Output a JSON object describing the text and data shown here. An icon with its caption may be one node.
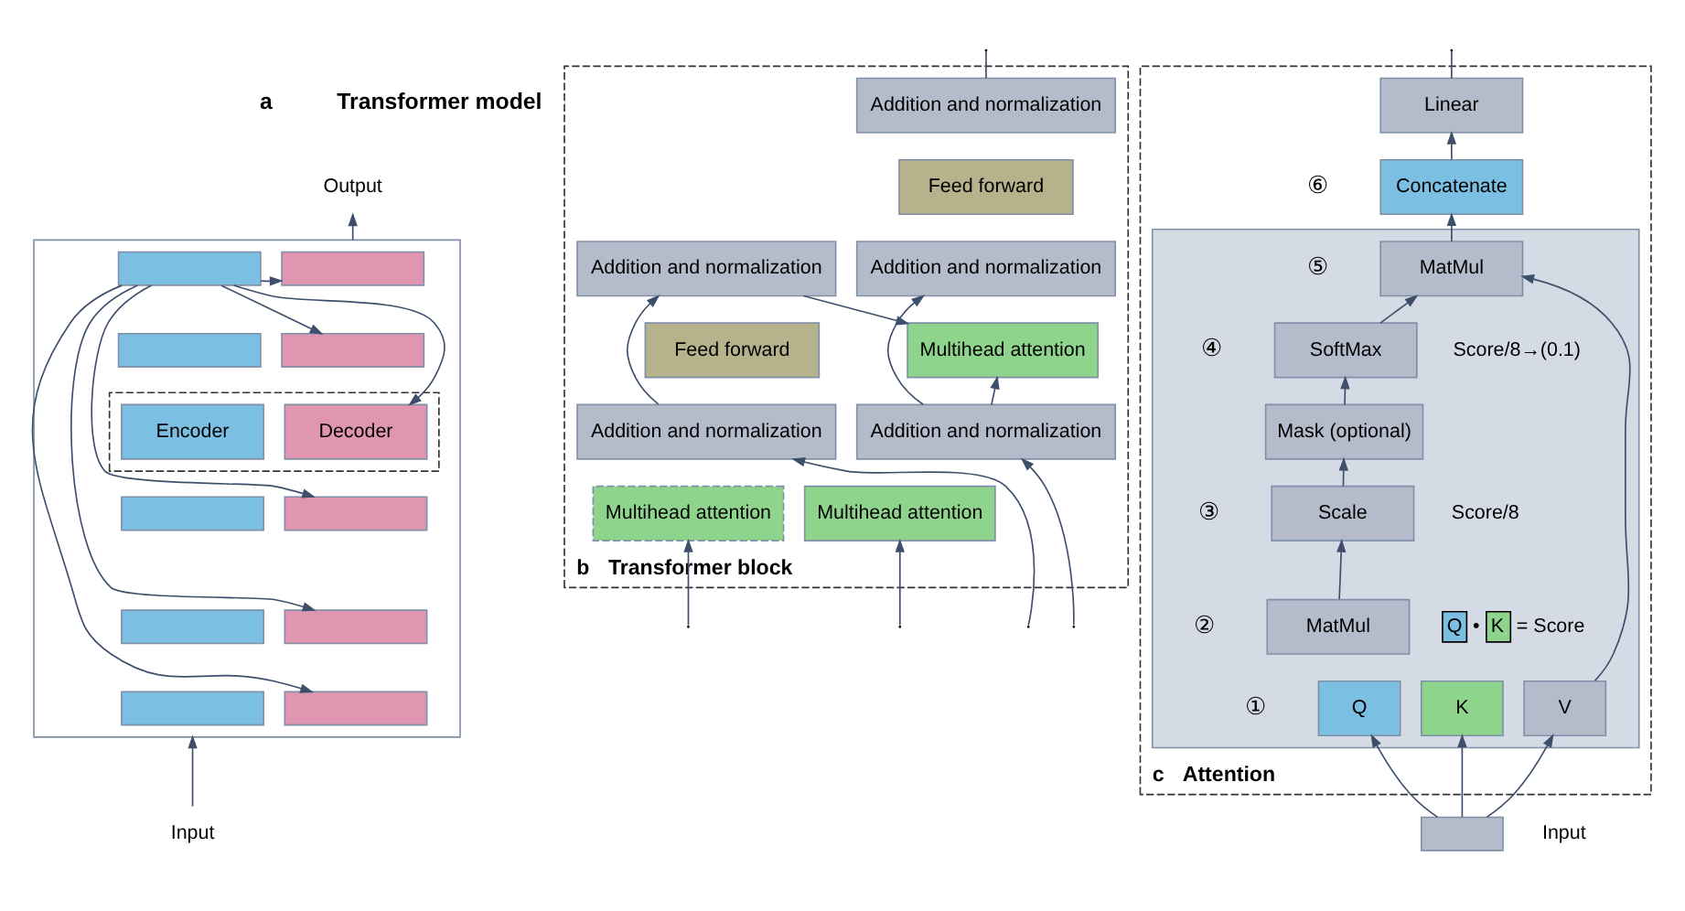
{
  "diagram": {
    "nodes": [
      {
        "text": [
          "Output"
        ]
      },
      {
        "text": [],
        "shape": "box"
      },
      {
        "text": [],
        "shape": "box",
        "in": 1
      },
      {
        "text": [],
        "shape": "bar",
        "in": 1
      },
      {
        "text": [],
        "shape": "bar",
        "in": 1
      },
      {
        "text": [
          "Encoder"
        ],
        "in": 2
      },
      {
        "text": [],
        "shape": "bar",
        "in": 1
      },
      {
        "text": [],
        "shape": "bar",
        "in": 1
      },
      {
        "text": [],
        "shape": "bar",
        "in": 1
      },
      {
        "text": [],
        "shape": "bar",
        "in": 1
      },
      {
        "text": [],
        "shape": "bar",
        "in": 1
      },
      {
        "text": [
          "Decoder"
        ],
        "in": 2
      },
      {
        "text": [],
        "shape": "bar",
        "in": 1
      },
      {
        "text": [],
        "shape": "bar",
        "in": 1
      },
      {
        "text": [],
        "shape": "bar",
        "in": 1
      },
      {
        "text": [
          "Input"
        ]
      },
      {
        "text": [
          "b",
          "Transformer block"
        ]
      },
      {
        "text": [
          "Addition and normalization"
        ],
        "in": 16
      },
      {
        "text": [
          "Feed forward"
        ],
        "in": 16
      },
      {
        "text": [
          "Addition and normalization"
        ],
        "in": 16
      },
      {
        "text": [
          "Multihead attention"
        ],
        "in": 16
      },
      {
        "text": [
          "Addition and normalization"
        ],
        "in": 16
      },
      {
        "text": [
          "Feed forward"
        ],
        "in": 16
      },
      {
        "text": [
          "Addition and normalization"
        ],
        "in": 16
      },
      {
        "text": [
          "Multihead attention"
        ],
        "in": 16
      },
      {
        "text": [
          "Addition and normalization"
        ],
        "in": 16
      },
      {
        "text": [
          "Multihead attention"
        ],
        "in": 16
      },
      {
        "text": [
          "c",
          "Attention"
        ]
      },
      {
        "text": [
          "Linear"
        ],
        "in": 27
      },
      {
        "text": [
          "Concatenate"
        ],
        "in": 27
      },
      {
        "text": [],
        "shape": "box",
        "in": 27
      },
      {
        "text": [
          "MatMul"
        ],
        "in": 30
      },
      {
        "text": [
          "SoftMax"
        ],
        "in": 30,
        "beside": [
          "Score/8→(0.1)"
        ]
      },
      {
        "text": [
          "Mask (optional)"
        ],
        "in": 30
      },
      {
        "text": [
          "Scale"
        ],
        "in": 30,
        "beside": [
          "Score/8"
        ]
      },
      {
        "text": [
          "MatMul"
        ],
        "in": 30,
        "beside": [
          "Q",
          "•",
          "K",
          "= Score"
        ]
      },
      {
        "text": [
          "Q"
        ],
        "in": 30
      },
      {
        "text": [
          "K"
        ],
        "in": 30
      },
      {
        "text": [
          "V"
        ],
        "in": 30
      },
      {
        "text": [],
        "shape": "bar",
        "beside": [
          "Input"
        ]
      }
    ],
    "edges": [
      {
        "from": 15,
        "to": 1,
        "arrow": "to"
      },
      {
        "from": 1,
        "to": 0,
        "arrow": "to"
      },
      {
        "from": 3,
        "to": 9,
        "arrow": "to"
      },
      {
        "from": 3,
        "to": 10,
        "arrow": "to"
      },
      {
        "from": 3,
        "to": 11,
        "arrow": "to"
      },
      {
        "from": 3,
        "to": 12,
        "arrow": "to"
      },
      {
        "from": 3,
        "to": 13,
        "arrow": "to"
      },
      {
        "from": 3,
        "to": 14,
        "arrow": "to"
      },
      {
        "from": null,
        "to": 20,
        "arrow": "to"
      },
      {
        "from": null,
        "to": 19,
        "arrow": "to"
      },
      {
        "from": 19,
        "to": 17,
        "arrow": "to"
      },
      {
        "from": 17,
        "to": 24,
        "arrow": "to"
      },
      {
        "from": null,
        "to": 26,
        "arrow": "to"
      },
      {
        "from": null,
        "to": 25,
        "arrow": "to"
      },
      {
        "from": 25,
        "to": 24,
        "arrow": "to"
      },
      {
        "from": 25,
        "to": 23,
        "arrow": "to"
      },
      {
        "from": 21,
        "to": null,
        "arrow": "none"
      },
      {
        "from": 39,
        "to": 36,
        "arrow": "to"
      },
      {
        "from": 39,
        "to": 37,
        "arrow": "to"
      },
      {
        "from": 39,
        "to": 38,
        "arrow": "to"
      },
      {
        "from": 38,
        "to": 31,
        "arrow": "to"
      },
      {
        "from": 35,
        "to": 34,
        "arrow": "to"
      },
      {
        "from": 34,
        "to": 33,
        "arrow": "to"
      },
      {
        "from": 33,
        "to": 32,
        "arrow": "to"
      },
      {
        "from": 32,
        "to": 31,
        "arrow": "to"
      },
      {
        "from": 31,
        "to": 29,
        "arrow": "to"
      },
      {
        "from": 29,
        "to": 28,
        "arrow": "to"
      },
      {
        "from": 28,
        "to": null,
        "arrow": "none"
      }
    ],
    "labels": [
      "a",
      "Transformer model",
      "⑥",
      "⑤",
      "④",
      "③",
      "②",
      "①"
    ]
  }
}
